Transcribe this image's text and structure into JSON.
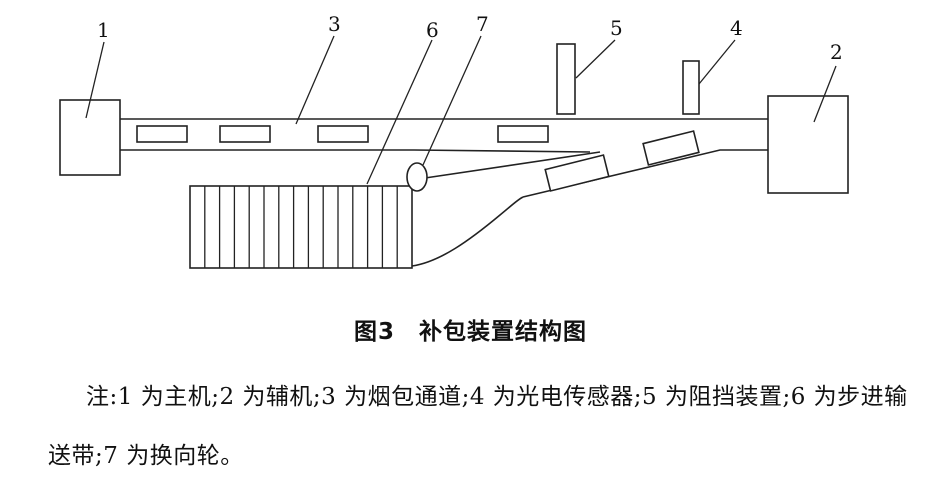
{
  "diagram": {
    "labels": {
      "l1": "1",
      "l2": "2",
      "l3": "3",
      "l4": "4",
      "l5": "5",
      "l6": "6",
      "l7": "7"
    },
    "stripe_count": 15
  },
  "caption": "图3　补包装置结构图",
  "note": "注:1 为主机;2 为辅机;3 为烟包通道;4 为光电传感器;5 为阻挡装置;6 为步进输送带;7 为换向轮。"
}
